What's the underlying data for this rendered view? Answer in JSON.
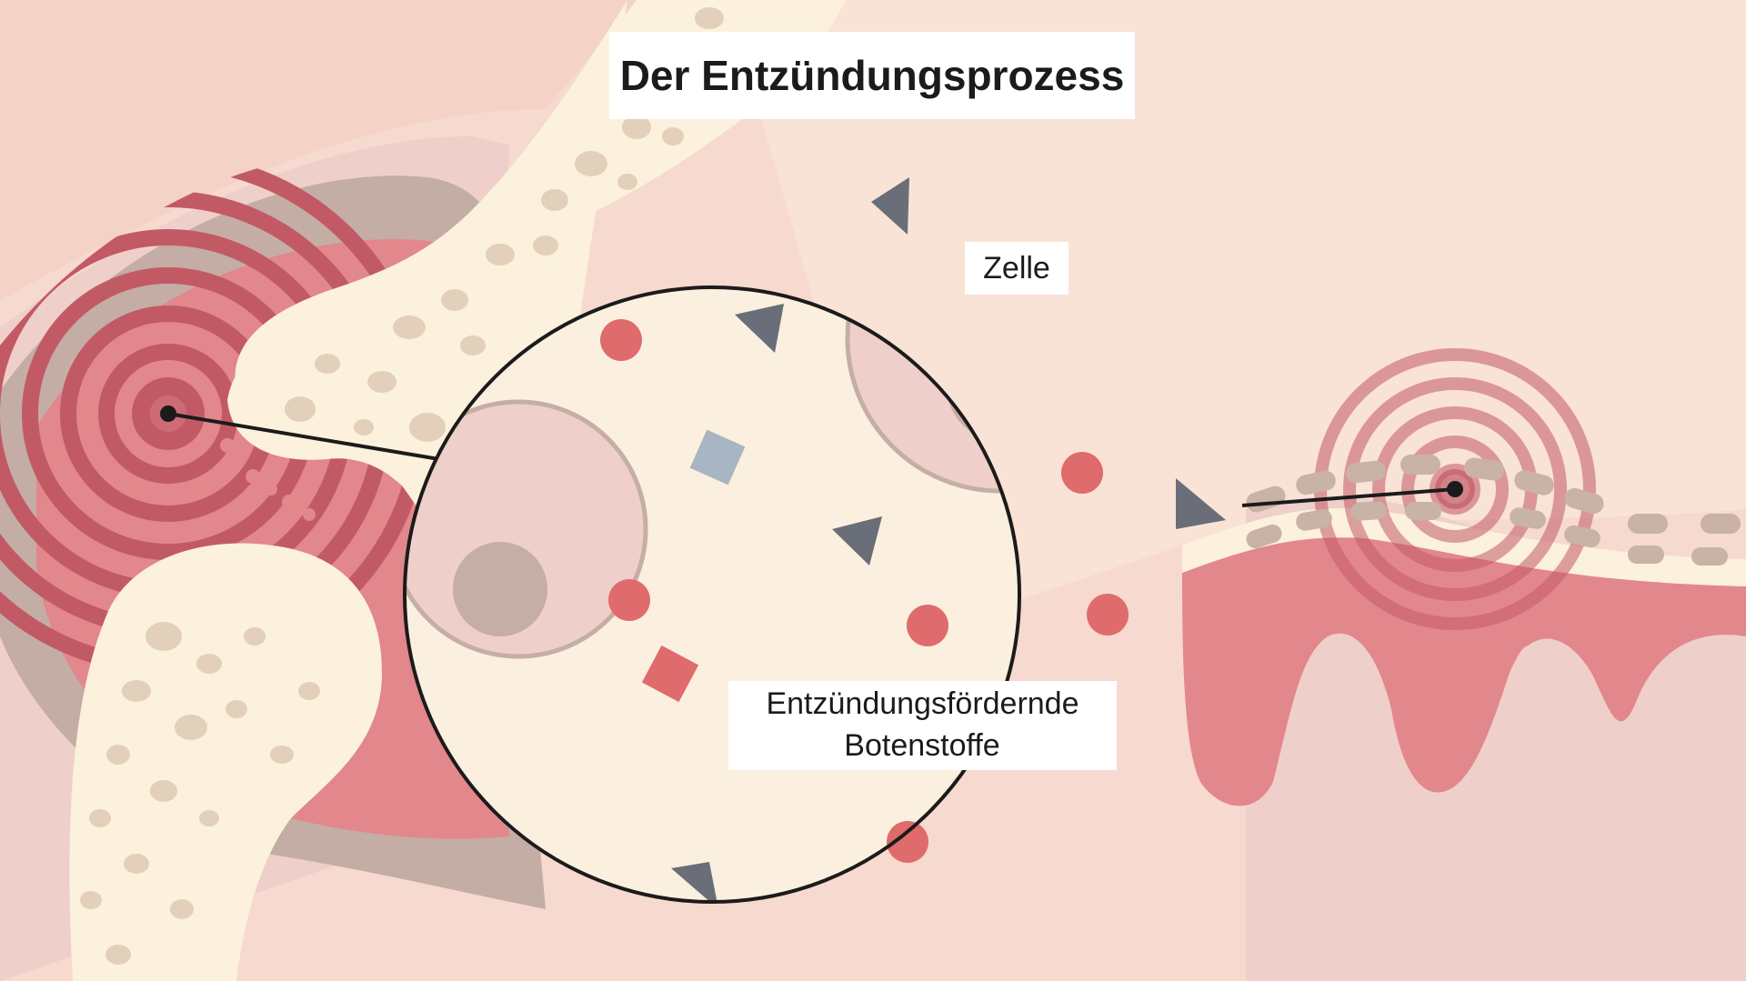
{
  "title": "Der Entzündungsprozess",
  "labels": {
    "cell": "Zelle",
    "messengers_line1": "Entzündungsfördernde",
    "messengers_line2": "Botenstoffe"
  },
  "colors": {
    "background": "#f6d9cf",
    "bone": "#fbf1dd",
    "bone_pores": "#e2d0bb",
    "inflamed_tissue": "#e2878c",
    "inflammation_rings": "#c25a66",
    "capsule": "#c4ada5",
    "magnifier_fill": "#fbefe0",
    "cell_fill": "#efcfc9",
    "cell_nucleus": "#c4aea6",
    "messenger_circle": "#df6b6d",
    "messenger_triangle": "#6a6e78",
    "messenger_square_blue": "#a8b5c2",
    "messenger_square_red": "#df6b6d"
  },
  "icons": [
    "magnifier-circle",
    "pointer-dot",
    "cell",
    "triangle-messenger",
    "circle-messenger",
    "square-messenger"
  ]
}
